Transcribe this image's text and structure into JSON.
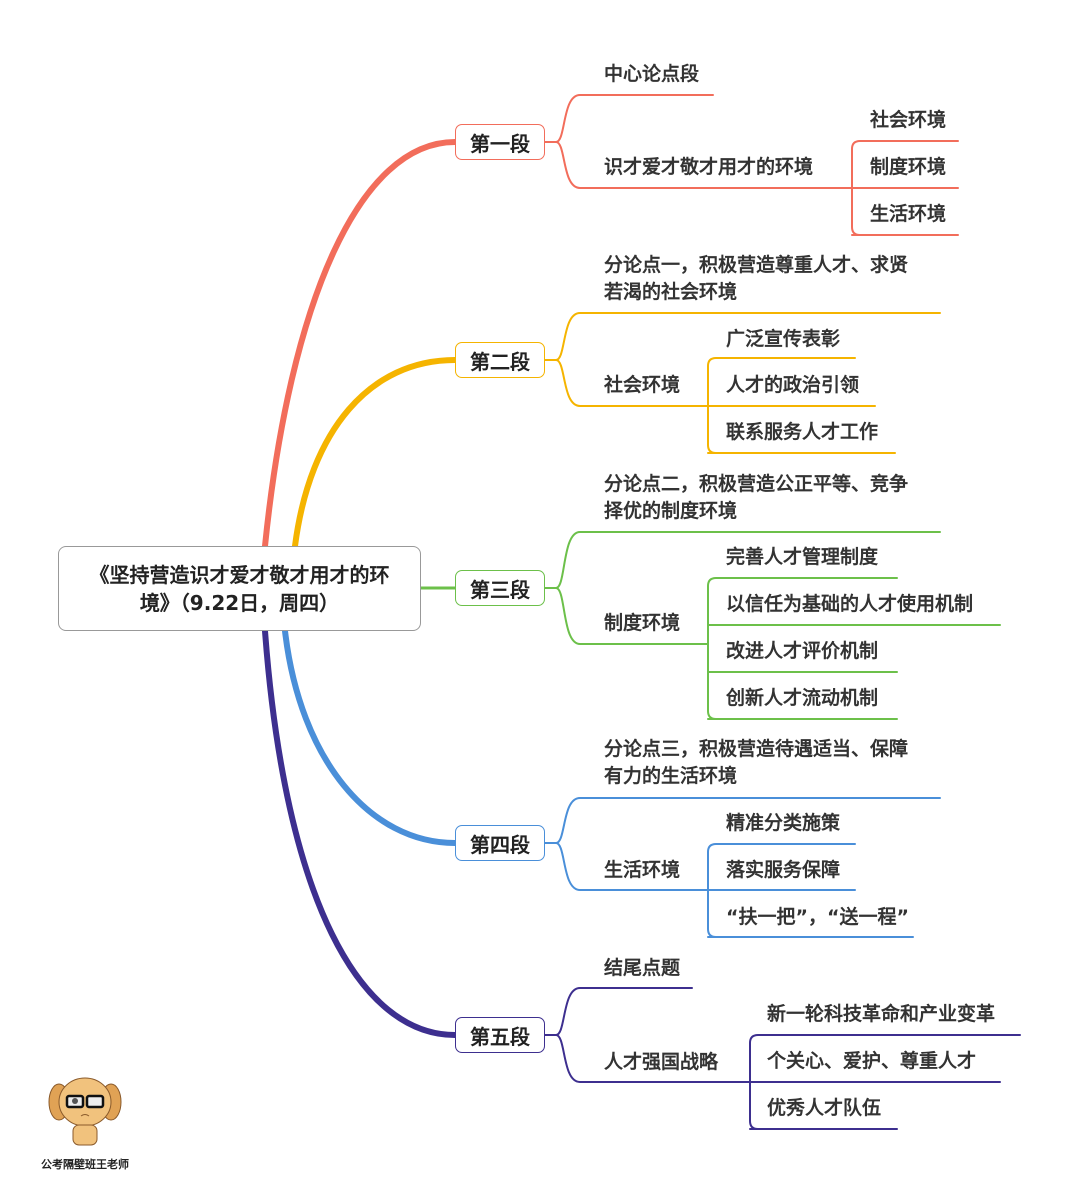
{
  "root": {
    "title_line1": "《坚持营造识才爱才敬才用才的环",
    "title_line2": "境》（9.22日，周四）"
  },
  "sections": [
    {
      "label": "第一段",
      "color": "#f26d5b",
      "children": [
        {
          "text": "中心论点段"
        },
        {
          "text": "识才爱才敬才用才的环境",
          "children": [
            "社会环境",
            "制度环境",
            "生活环境"
          ]
        }
      ]
    },
    {
      "label": "第二段",
      "color": "#f5b400",
      "children": [
        {
          "text": "分论点一，积极营造尊重人才、求贤",
          "text2": "若渴的社会环境"
        },
        {
          "text": "社会环境",
          "children": [
            "广泛宣传表彰",
            "人才的政治引领",
            "联系服务人才工作"
          ]
        }
      ]
    },
    {
      "label": "第三段",
      "color": "#6cc04a",
      "children": [
        {
          "text": "分论点二，积极营造公正平等、竞争",
          "text2": "择优的制度环境"
        },
        {
          "text": "制度环境",
          "children": [
            "完善人才管理制度",
            "以信任为基础的人才使用机制",
            "改进人才评价机制",
            "创新人才流动机制"
          ]
        }
      ]
    },
    {
      "label": "第四段",
      "color": "#4a8fd9",
      "children": [
        {
          "text": "分论点三，积极营造待遇适当、保障",
          "text2": "有力的生活环境"
        },
        {
          "text": "生活环境",
          "children": [
            "精准分类施策",
            "落实服务保障",
            "“扶一把”，“送一程”"
          ]
        }
      ]
    },
    {
      "label": "第五段",
      "color": "#3d2f8f",
      "children": [
        {
          "text": "结尾点题"
        },
        {
          "text": "人才强国战略",
          "children": [
            "新一轮科技革命和产业变革",
            "个关心、爱护、尊重人才",
            "优秀人才队伍"
          ]
        }
      ]
    }
  ],
  "watermark": {
    "caption": "公考隔壁班王老师"
  }
}
